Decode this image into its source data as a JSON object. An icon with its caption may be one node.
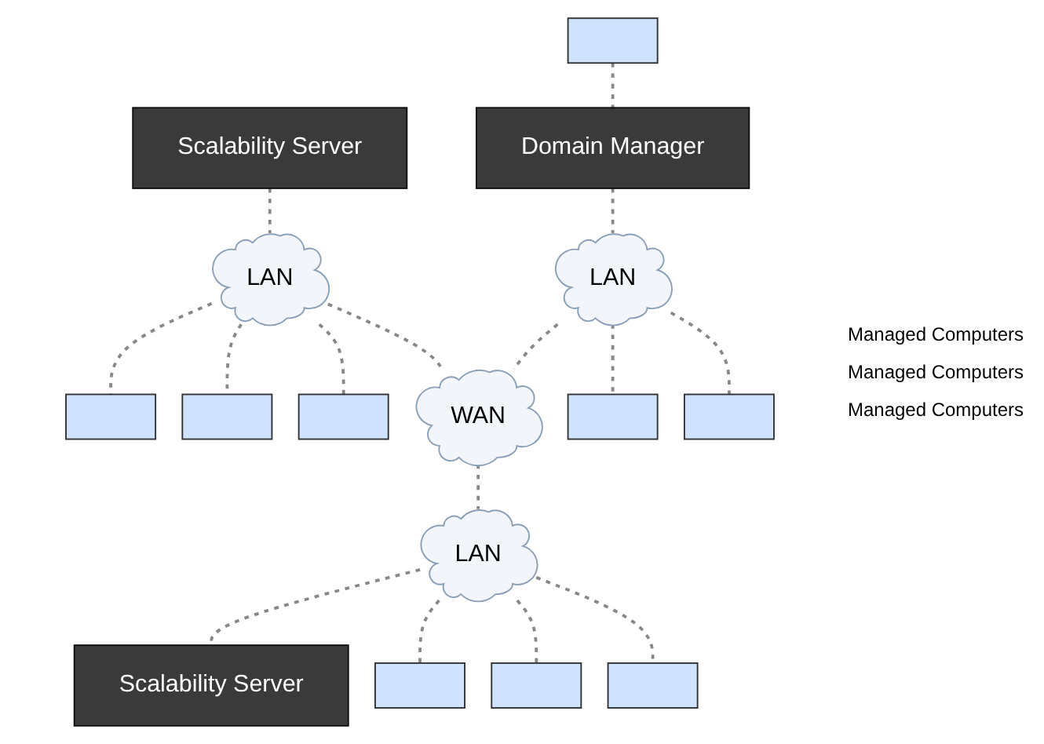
{
  "diagram": {
    "nodes": [
      {
        "text": [
          "Scalability Server"
        ]
      },
      {
        "text": [
          "LAN"
        ]
      },
      {
        "text": [],
        "shape": "box"
      },
      {
        "text": [],
        "shape": "box"
      },
      {
        "text": [],
        "shape": "box"
      },
      {
        "text": [],
        "shape": "box"
      },
      {
        "text": [
          "Domain Manager"
        ]
      },
      {
        "text": [
          "LAN"
        ]
      },
      {
        "text": [
          "WAN"
        ]
      },
      {
        "text": [],
        "shape": "box"
      },
      {
        "text": [],
        "shape": "box"
      },
      {
        "text": [],
        "shape": "box"
      },
      {
        "text": [],
        "shape": "box"
      },
      {
        "text": [
          "Scalability Server"
        ]
      },
      {
        "text": [
          "LAN"
        ]
      },
      {
        "text": [],
        "shape": "box"
      }
    ],
    "edges": [
      {
        "from": 0,
        "to": 1,
        "arrow": "none",
        "style": "dashed"
      },
      {
        "from": 1,
        "to": 2,
        "arrow": "none",
        "style": "dashed"
      },
      {
        "from": 1,
        "to": 3,
        "arrow": "none",
        "style": "dashed"
      },
      {
        "from": 1,
        "to": 4,
        "arrow": "none",
        "style": "dashed"
      },
      {
        "from": 1,
        "to": 8,
        "arrow": "none",
        "style": "dashed"
      },
      {
        "from": 5,
        "to": 6,
        "arrow": "none",
        "style": "dashed"
      },
      {
        "from": 6,
        "to": 7,
        "arrow": "none",
        "style": "dashed"
      },
      {
        "from": 7,
        "to": 8,
        "arrow": "none",
        "style": "dashed"
      },
      {
        "from": 7,
        "to": 9,
        "arrow": "none",
        "style": "dashed"
      },
      {
        "from": 7,
        "to": 10,
        "arrow": "none",
        "style": "dashed"
      },
      {
        "from": 8,
        "to": 14,
        "arrow": "none",
        "style": "dashed"
      },
      {
        "from": 14,
        "to": 13,
        "arrow": "none",
        "style": "dashed"
      },
      {
        "from": 14,
        "to": 11,
        "arrow": "none",
        "style": "dashed"
      },
      {
        "from": 14,
        "to": 12,
        "arrow": "none",
        "style": "dashed"
      },
      {
        "from": 14,
        "to": 15,
        "arrow": "none",
        "style": "dashed"
      }
    ],
    "labels": [
      "Managed Computers",
      "Managed Computers",
      "Managed Computers"
    ]
  }
}
